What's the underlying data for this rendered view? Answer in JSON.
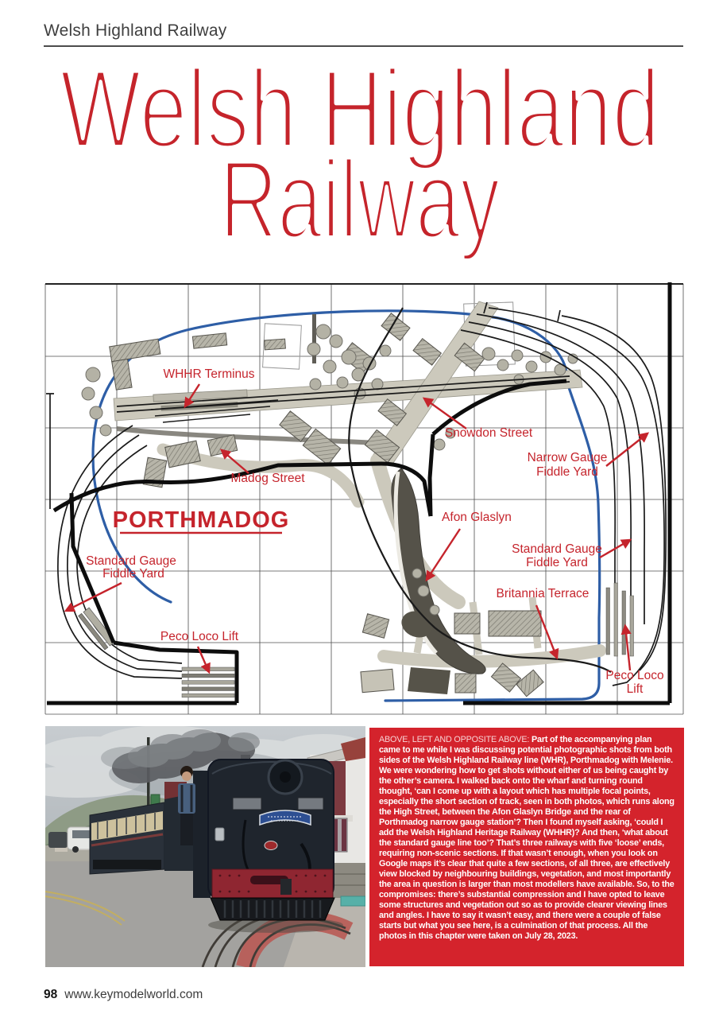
{
  "page": {
    "kicker": "Welsh Highland Railway",
    "title": {
      "line1": "Welsh Highland",
      "line2": "Railway"
    },
    "footer": {
      "page_number": "98",
      "website": "www.keymodelworld.com"
    }
  },
  "plan": {
    "town": "PORTHMADOG",
    "labels": {
      "whhr_terminus": "WHHR Terminus",
      "snowdon_street": "Snowdon Street",
      "madog_street": "Madog Street",
      "narrow_gauge_l1": "Narrow Gauge",
      "narrow_gauge_l2": "Fiddle Yard",
      "afon_glaslyn": "Afon Glaslyn",
      "standard_gauge_l1": "Standard Gauge",
      "standard_gauge_l2": "Fiddle Yard",
      "britannia_terrace": "Britannia Terrace",
      "peco_loco_lift": "Peco Loco Lift",
      "peco_loco_l1": "Peco Loco",
      "peco_loco_l2": "Lift"
    }
  },
  "caption": {
    "lead_in": "ABOVE, LEFT AND OPPOSITE ABOVE:",
    "body": "Part of the accompanying plan came to me while I was discussing potential photographic shots from both sides of the Welsh Highland Railway line (WHR), Porthmadog with Melenie. We were wondering how to get shots without either of us being caught by the other’s camera. I walked back onto the wharf and turning round thought, ‘can I come up with a layout which has multiple focal points, especially the short section of track, seen in both photos, which runs along the High Street, between the Afon Glaslyn Bridge and the rear of Porthmadog narrow gauge station’? Then I found myself asking, ‘could I add the Welsh Highland Heritage Railway (WHHR)? And then, ‘what about the standard gauge line too’? That’s three railways with five ‘loose’ ends, requiring non-scenic sections. If that wasn’t enough, when you look on Google maps it’s clear that quite a few sections, of all three, are effectively view blocked by neighbouring buildings, vegetation, and most importantly the area in question is larger than most modellers have available. So, to the compromises: there’s substantial compression and I have opted to leave some structures and vegetation out so as to provide clearer viewing lines and angles. I have to say it wasn’t easy, and there were a couple of false starts but what you see here, is a culmination of that process. All the photos in this chapter were taken on July 28, 2023."
  },
  "colors": {
    "accent_red": "#c5242b",
    "caption_bg": "#d4232c",
    "plan_boundary_blue": "#2e5ea6"
  }
}
